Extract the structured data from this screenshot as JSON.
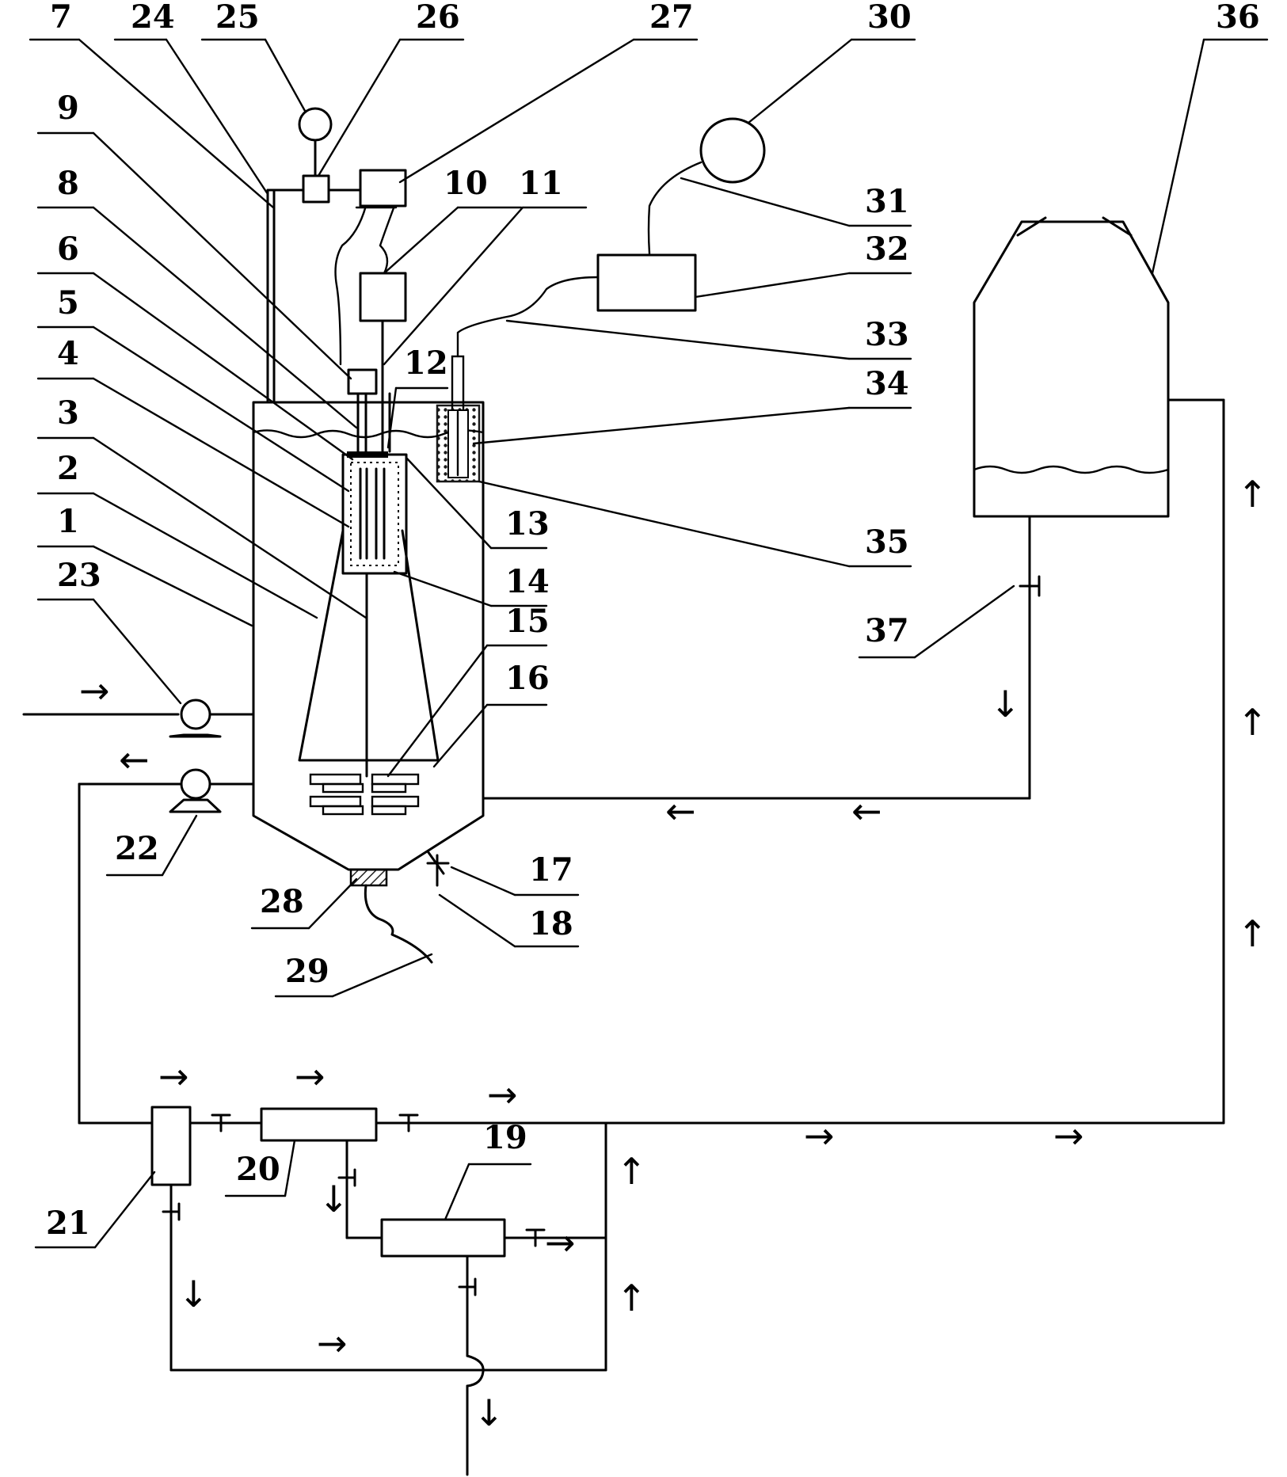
{
  "diagram": {
    "colors": {
      "line": "#000000",
      "background": "#ffffff",
      "hatch": "#222222"
    },
    "arrow_glyphs": {
      "right": "→",
      "left": "←",
      "up": "↑",
      "down": "↓"
    },
    "labels": {
      "n1": "1",
      "n2": "2",
      "n3": "3",
      "n4": "4",
      "n5": "5",
      "n6": "6",
      "n7": "7",
      "n8": "8",
      "n9": "9",
      "n10": "10",
      "n11": "11",
      "n12": "12",
      "n13": "13",
      "n14": "14",
      "n15": "15",
      "n16": "16",
      "n17": "17",
      "n18": "18",
      "n19": "19",
      "n20": "20",
      "n21": "21",
      "n22": "22",
      "n23": "23",
      "n24": "24",
      "n25": "25",
      "n26": "26",
      "n27": "27",
      "n28": "28",
      "n29": "29",
      "n30": "30",
      "n31": "31",
      "n32": "32",
      "n33": "33",
      "n34": "34",
      "n35": "35",
      "n36": "36",
      "n37": "37"
    }
  }
}
